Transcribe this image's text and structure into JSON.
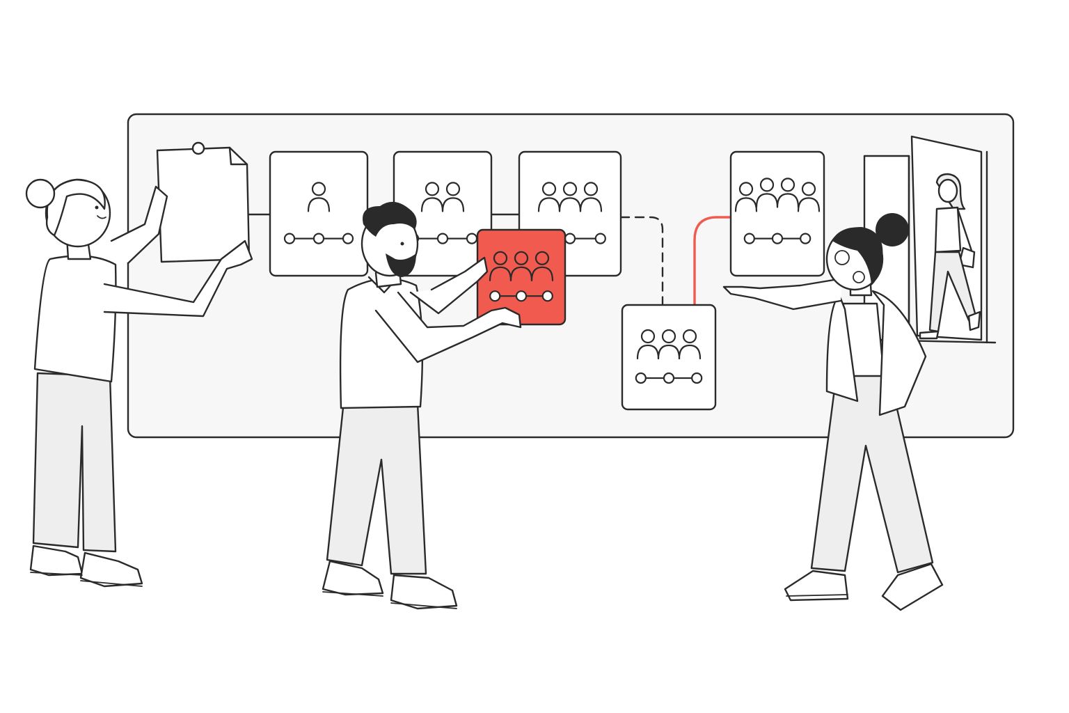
{
  "colors": {
    "ink": "#2a2a2a",
    "accent": "#f05a4f",
    "board_fill": "#f6f6f6",
    "clothes_fill": "#eeeeee",
    "background": "#ffffff"
  },
  "icons": {
    "card_glyph": "people-group-icon",
    "timeline_glyph": "three-dot-timeline-icon",
    "document_glyph": "pinned-document-icon",
    "door_glyph": "open-door-icon"
  },
  "board": {
    "cards": [
      {
        "people": 1,
        "highlighted": false
      },
      {
        "people": 2,
        "highlighted": false
      },
      {
        "people": 3,
        "highlighted": false
      },
      {
        "people": 3,
        "highlighted": true
      },
      {
        "people": 3,
        "highlighted": false
      },
      {
        "people": 4,
        "highlighted": false
      }
    ],
    "connectors": [
      {
        "style": "solid"
      },
      {
        "style": "solid"
      },
      {
        "style": "dashed"
      },
      {
        "style": "accent"
      }
    ]
  }
}
